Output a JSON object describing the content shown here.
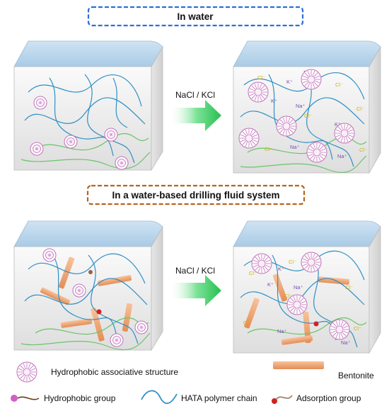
{
  "headers": {
    "top": "In water",
    "bottom": "In a water-based drilling fluid system"
  },
  "arrows": {
    "top_label": "NaCl / KCl",
    "bottom_label": "NaCl / KCl"
  },
  "ions": {
    "cl": "Cl⁻",
    "k": "K⁺",
    "na": "Na⁺"
  },
  "legend": {
    "associative": "Hydrophobic associative structure",
    "bentonite": "Bentonite",
    "hydrophobic_group": "Hydrophobic group",
    "polymer_chain": "HATA polymer chain",
    "adsorption_group": "Adsorption group"
  },
  "colors": {
    "header_top_border": "#2f6fd6",
    "header_bottom_border": "#b5651d",
    "arrow_green": "#3ecf6a",
    "chain_blue": "#2f8fc4",
    "chain_green": "#6cc36a",
    "micelle_pink": "#c070b8",
    "bentonite": "#f0a878",
    "adsorption_red": "#d42020",
    "box_top": "#bcd8ee"
  }
}
